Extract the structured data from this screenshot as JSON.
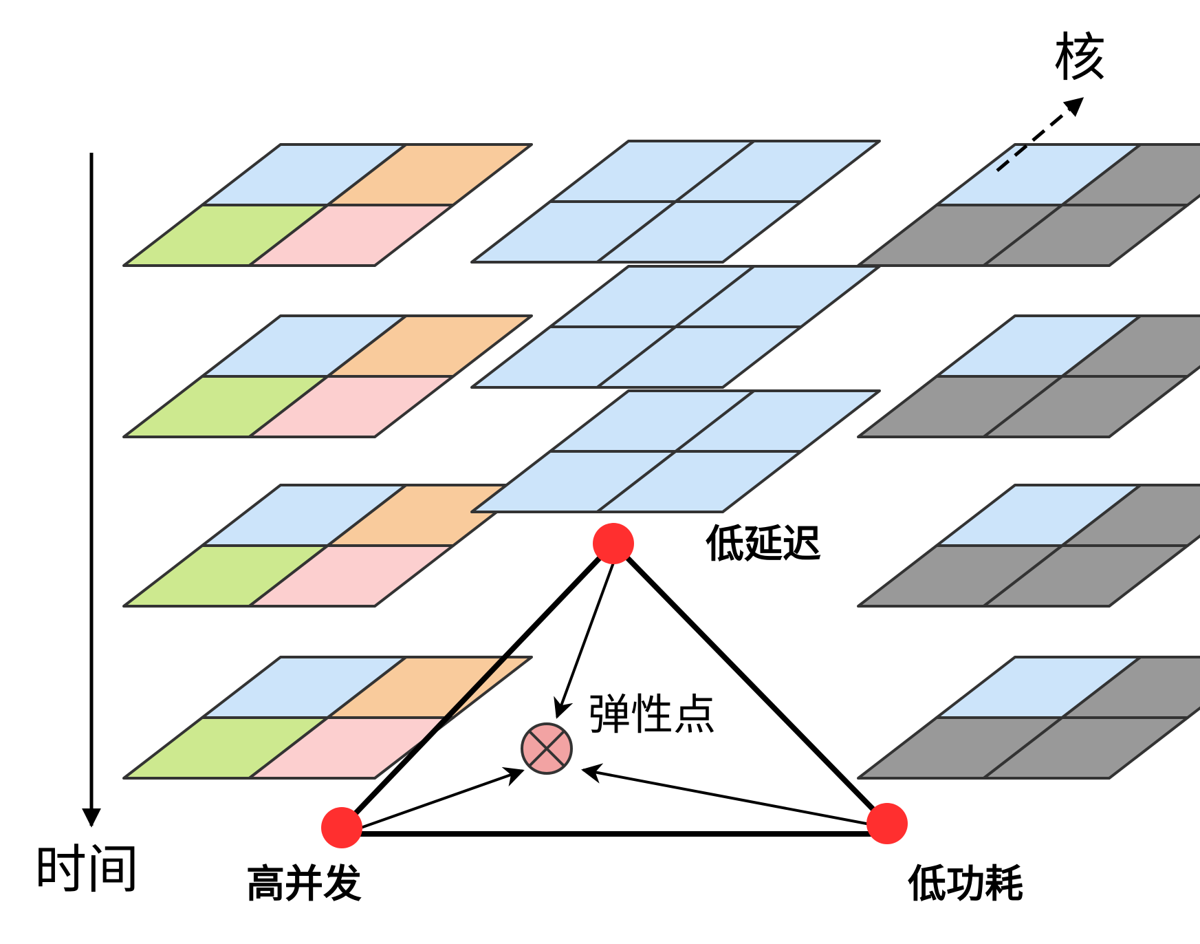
{
  "labels": {
    "core": "核",
    "time": "时间",
    "low_latency": "低延迟",
    "high_concurrency": "高并发",
    "low_power": "低功耗",
    "elastic_point": "弹性点"
  },
  "colors": {
    "light_blue": "#cce4fa",
    "orange": "#f9cb9c",
    "green": "#cde98f",
    "pink": "#fccfcf",
    "gray": "#999999",
    "vertex_red": "#ff2f2f",
    "elastic_fill": "#f2a3a3",
    "stroke": "#333333"
  },
  "columns": [
    {
      "id": "high-concurrency-column",
      "layer_count": 4,
      "cell_colors": [
        "light_blue",
        "orange",
        "green",
        "pink"
      ]
    },
    {
      "id": "low-latency-column",
      "layer_count": 3,
      "cell_colors": [
        "light_blue",
        "light_blue",
        "light_blue",
        "light_blue"
      ]
    },
    {
      "id": "low-power-column",
      "layer_count": 4,
      "cell_colors": [
        "light_blue",
        "gray",
        "gray",
        "gray"
      ]
    }
  ],
  "triangle": {
    "vertices": [
      "low_latency",
      "high_concurrency",
      "low_power"
    ],
    "center": "elastic_point"
  }
}
